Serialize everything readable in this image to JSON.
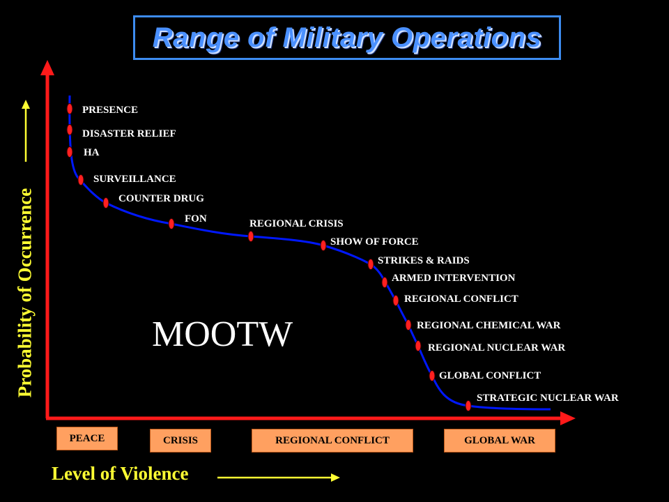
{
  "title": "Range of Military Operations",
  "axes": {
    "y_title": "Probability of Occurrence",
    "x_title": "Level of Violence"
  },
  "region_label": "MOOTW",
  "phases": [
    {
      "label": "PEACE"
    },
    {
      "label": "CRISIS"
    },
    {
      "label": "REGIONAL CONFLICT"
    },
    {
      "label": "GLOBAL WAR"
    }
  ],
  "operations": [
    {
      "label": "PRESENCE"
    },
    {
      "label": "DISASTER RELIEF"
    },
    {
      "label": "HA"
    },
    {
      "label": "SURVEILLANCE"
    },
    {
      "label": "COUNTER DRUG"
    },
    {
      "label": "FON"
    },
    {
      "label": "REGIONAL CRISIS"
    },
    {
      "label": "SHOW OF FORCE"
    },
    {
      "label": "STRIKES & RAIDS"
    },
    {
      "label": "ARMED INTERVENTION"
    },
    {
      "label": "REGIONAL CONFLICT"
    },
    {
      "label": "REGIONAL CHEMICAL WAR"
    },
    {
      "label": "REGIONAL NUCLEAR WAR"
    },
    {
      "label": "GLOBAL CONFLICT"
    },
    {
      "label": "STRATEGIC NUCLEAR WAR"
    }
  ],
  "colors": {
    "axis": "#ff1a1a",
    "curve": "#0018ff",
    "marker": "#ff2020",
    "title": "#4a90ff",
    "axis_title": "#ffff33",
    "phase_fill": "#ffa060"
  }
}
